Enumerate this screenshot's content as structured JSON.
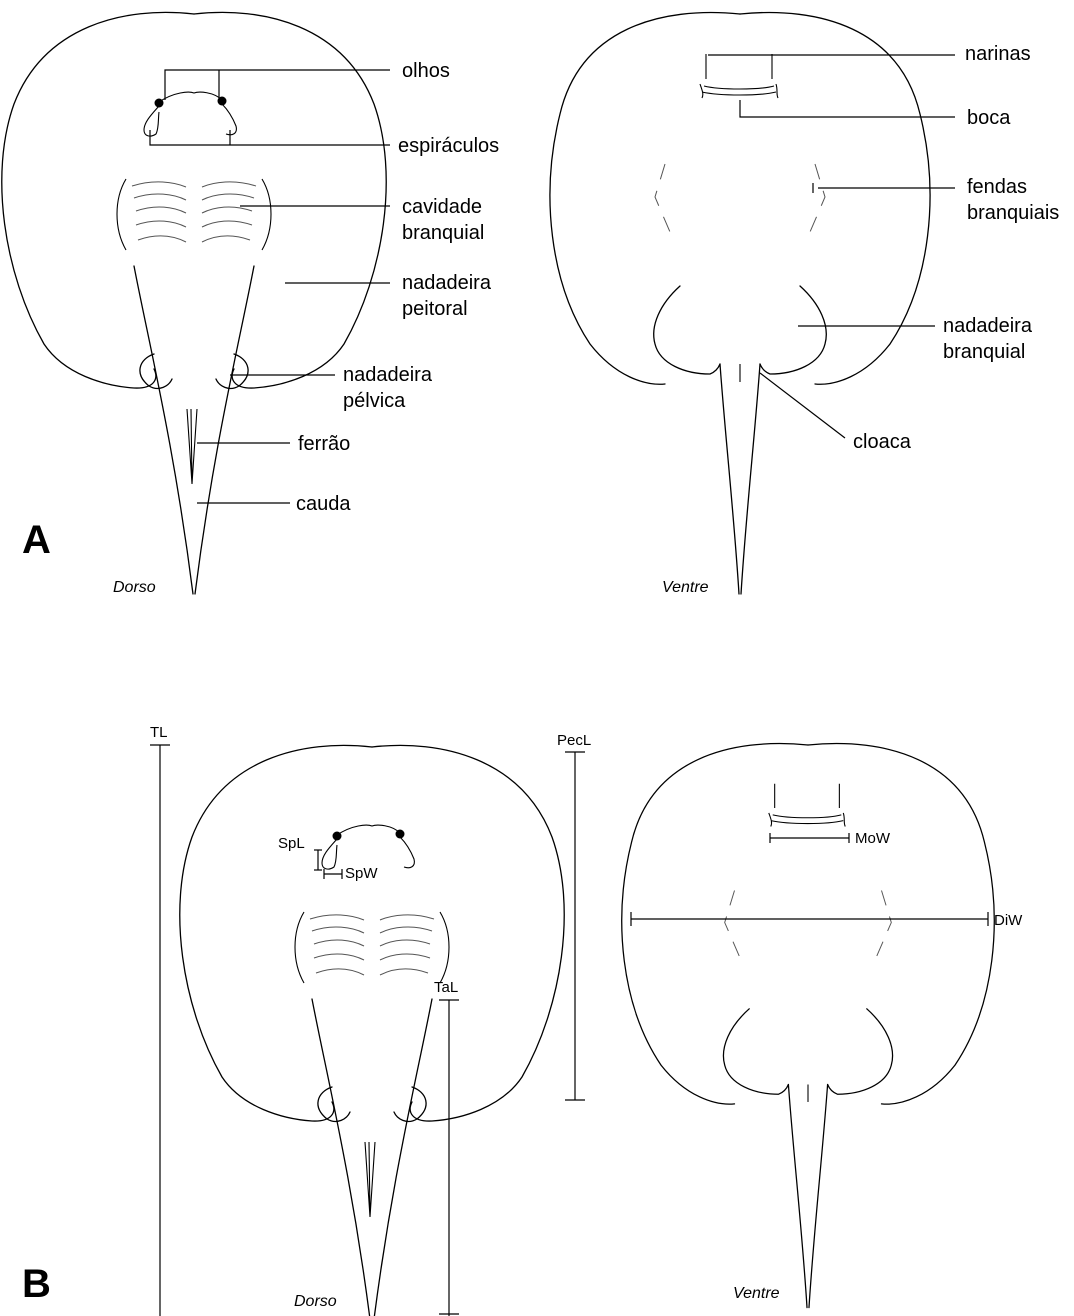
{
  "panels": {
    "a": "A",
    "b": "B"
  },
  "views": {
    "dorsal": "Dorso",
    "ventral": "Ventre"
  },
  "anatomy_labels": {
    "eyes": "olhos",
    "spiracles": "espiráculos",
    "gill_cavity": [
      "cavidade",
      "branquial"
    ],
    "pectoral_fin": [
      "nadadeira",
      "peitoral"
    ],
    "pelvic_fin": [
      "nadadeira",
      "pélvica"
    ],
    "sting": "ferrão",
    "tail": "cauda",
    "nostrils": "narinas",
    "mouth": "boca",
    "gill_slits": [
      "fendas",
      "branquiais"
    ],
    "ventral_fin": [
      "nadadeira",
      "branquial"
    ],
    "cloaca": "cloaca"
  },
  "measurements": {
    "total_length": "TL",
    "pectoral_length": "PecL",
    "spiracle_length": "SpL",
    "spiracle_width": "SpW",
    "tail_length": "TaL",
    "mouth_width": "MoW",
    "disc_width": "DiW"
  }
}
